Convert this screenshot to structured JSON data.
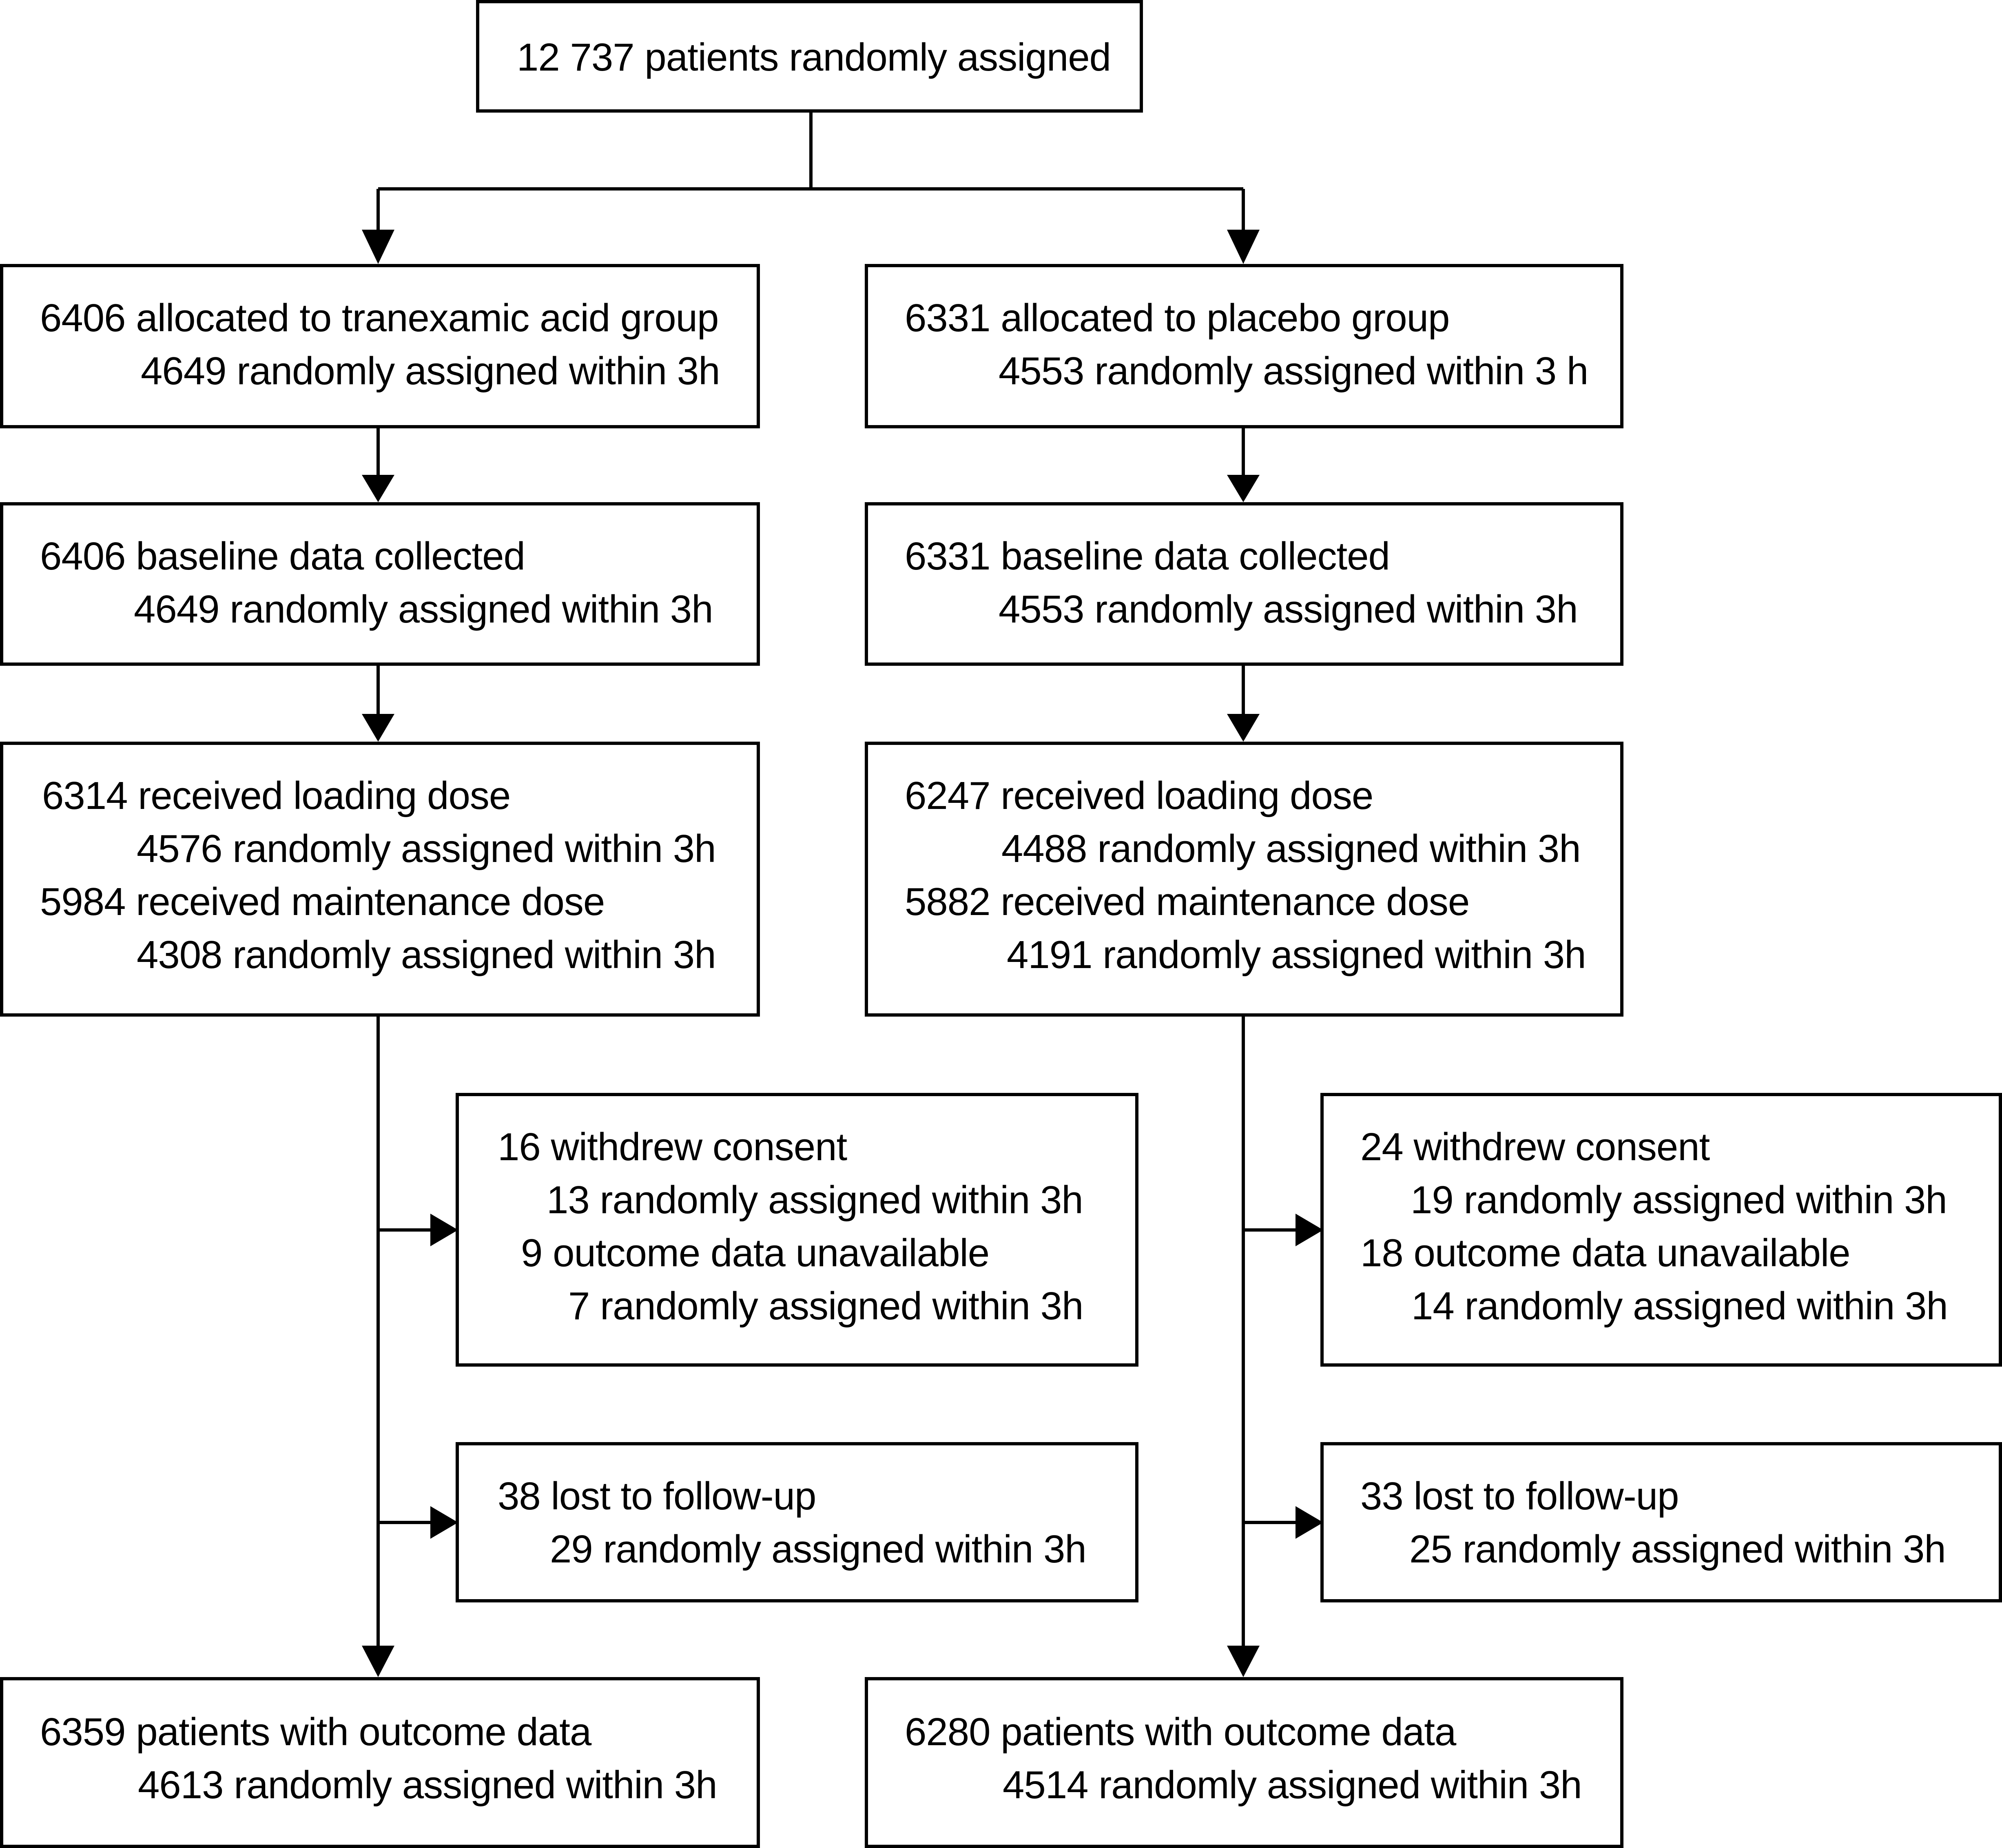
{
  "colors": {
    "line": "#000000",
    "box_border": "#000000",
    "background": "#ffffff"
  },
  "boxes": {
    "randomised": {
      "line1": "12 737 patients randomly assigned"
    },
    "tx_allocated": {
      "line1": "6406 allocated to tranexamic acid group",
      "line2": "4649 randomly assigned within 3h"
    },
    "pl_allocated": {
      "line1": "6331 allocated to placebo group",
      "line2": "4553 randomly assigned within 3 h"
    },
    "tx_baseline": {
      "line1": "6406 baseline data collected",
      "line2": "4649 randomly assigned within 3h"
    },
    "pl_baseline": {
      "line1": "6331 baseline data collected",
      "line2": "4553 randomly assigned within 3h"
    },
    "tx_dose": {
      "line1": "6314 received loading dose",
      "line2": "4576 randomly assigned within 3h",
      "line3": "5984 received maintenance dose",
      "line4": "4308 randomly assigned within 3h"
    },
    "pl_dose": {
      "line1": "6247 received loading dose",
      "line2": "4488 randomly assigned within 3h",
      "line3": "5882 received maintenance dose",
      "line4": "4191 randomly assigned within 3h"
    },
    "tx_excluded": {
      "line1": "16 withdrew consent",
      "line2": "13 randomly assigned within 3h",
      "line3": "9 outcome data unavailable",
      "line4": "7 randomly assigned within 3h"
    },
    "pl_excluded": {
      "line1": "24 withdrew consent",
      "line2": "19 randomly assigned within 3h",
      "line3": "18 outcome data unavailable",
      "line4": "14 randomly assigned within 3h"
    },
    "tx_lost": {
      "line1": "38 lost to follow-up",
      "line2": "29 randomly assigned within 3h"
    },
    "pl_lost": {
      "line1": "33 lost to follow-up",
      "line2": "25 randomly assigned within 3h"
    },
    "tx_outcome": {
      "line1": "6359 patients with outcome data",
      "line2": "4613 randomly assigned within 3h"
    },
    "pl_outcome": {
      "line1": "6280 patients with outcome data",
      "line2": "4514 randomly assigned within 3h"
    }
  }
}
